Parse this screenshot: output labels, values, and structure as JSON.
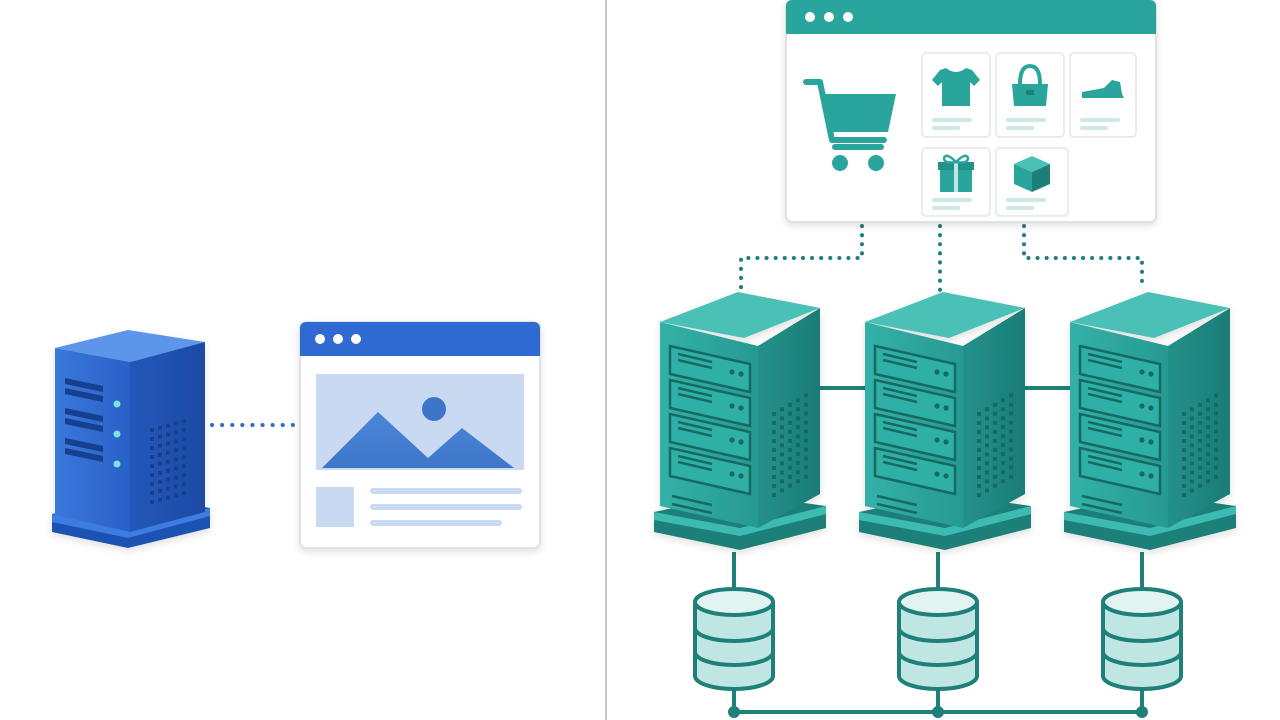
{
  "colors": {
    "blue_primary": "#2f6bd2",
    "blue_dark": "#1f52b3",
    "blue_light": "#c9d9f2",
    "teal_primary": "#2aa59d",
    "teal_dark": "#1e8079",
    "teal_light": "#bfe6e2",
    "divider": "#c8c8c8"
  },
  "left_panel": {
    "server": {
      "icon": "server-tower-icon"
    },
    "browser": {
      "icon": "image-placeholder-icon",
      "window_dots": 3
    },
    "link": "dotted-connector"
  },
  "right_panel": {
    "store": {
      "icon": "shopping-cart-icon",
      "products": [
        "t-shirt-icon",
        "handbag-icon",
        "shoe-icon",
        "gift-icon",
        "box-icon"
      ],
      "window_dots": 3
    },
    "servers": [
      {
        "icon": "rack-server-icon"
      },
      {
        "icon": "rack-server-icon"
      },
      {
        "icon": "rack-server-icon"
      }
    ],
    "databases": [
      {
        "icon": "database-icon"
      },
      {
        "icon": "database-icon"
      },
      {
        "icon": "database-icon"
      }
    ]
  }
}
